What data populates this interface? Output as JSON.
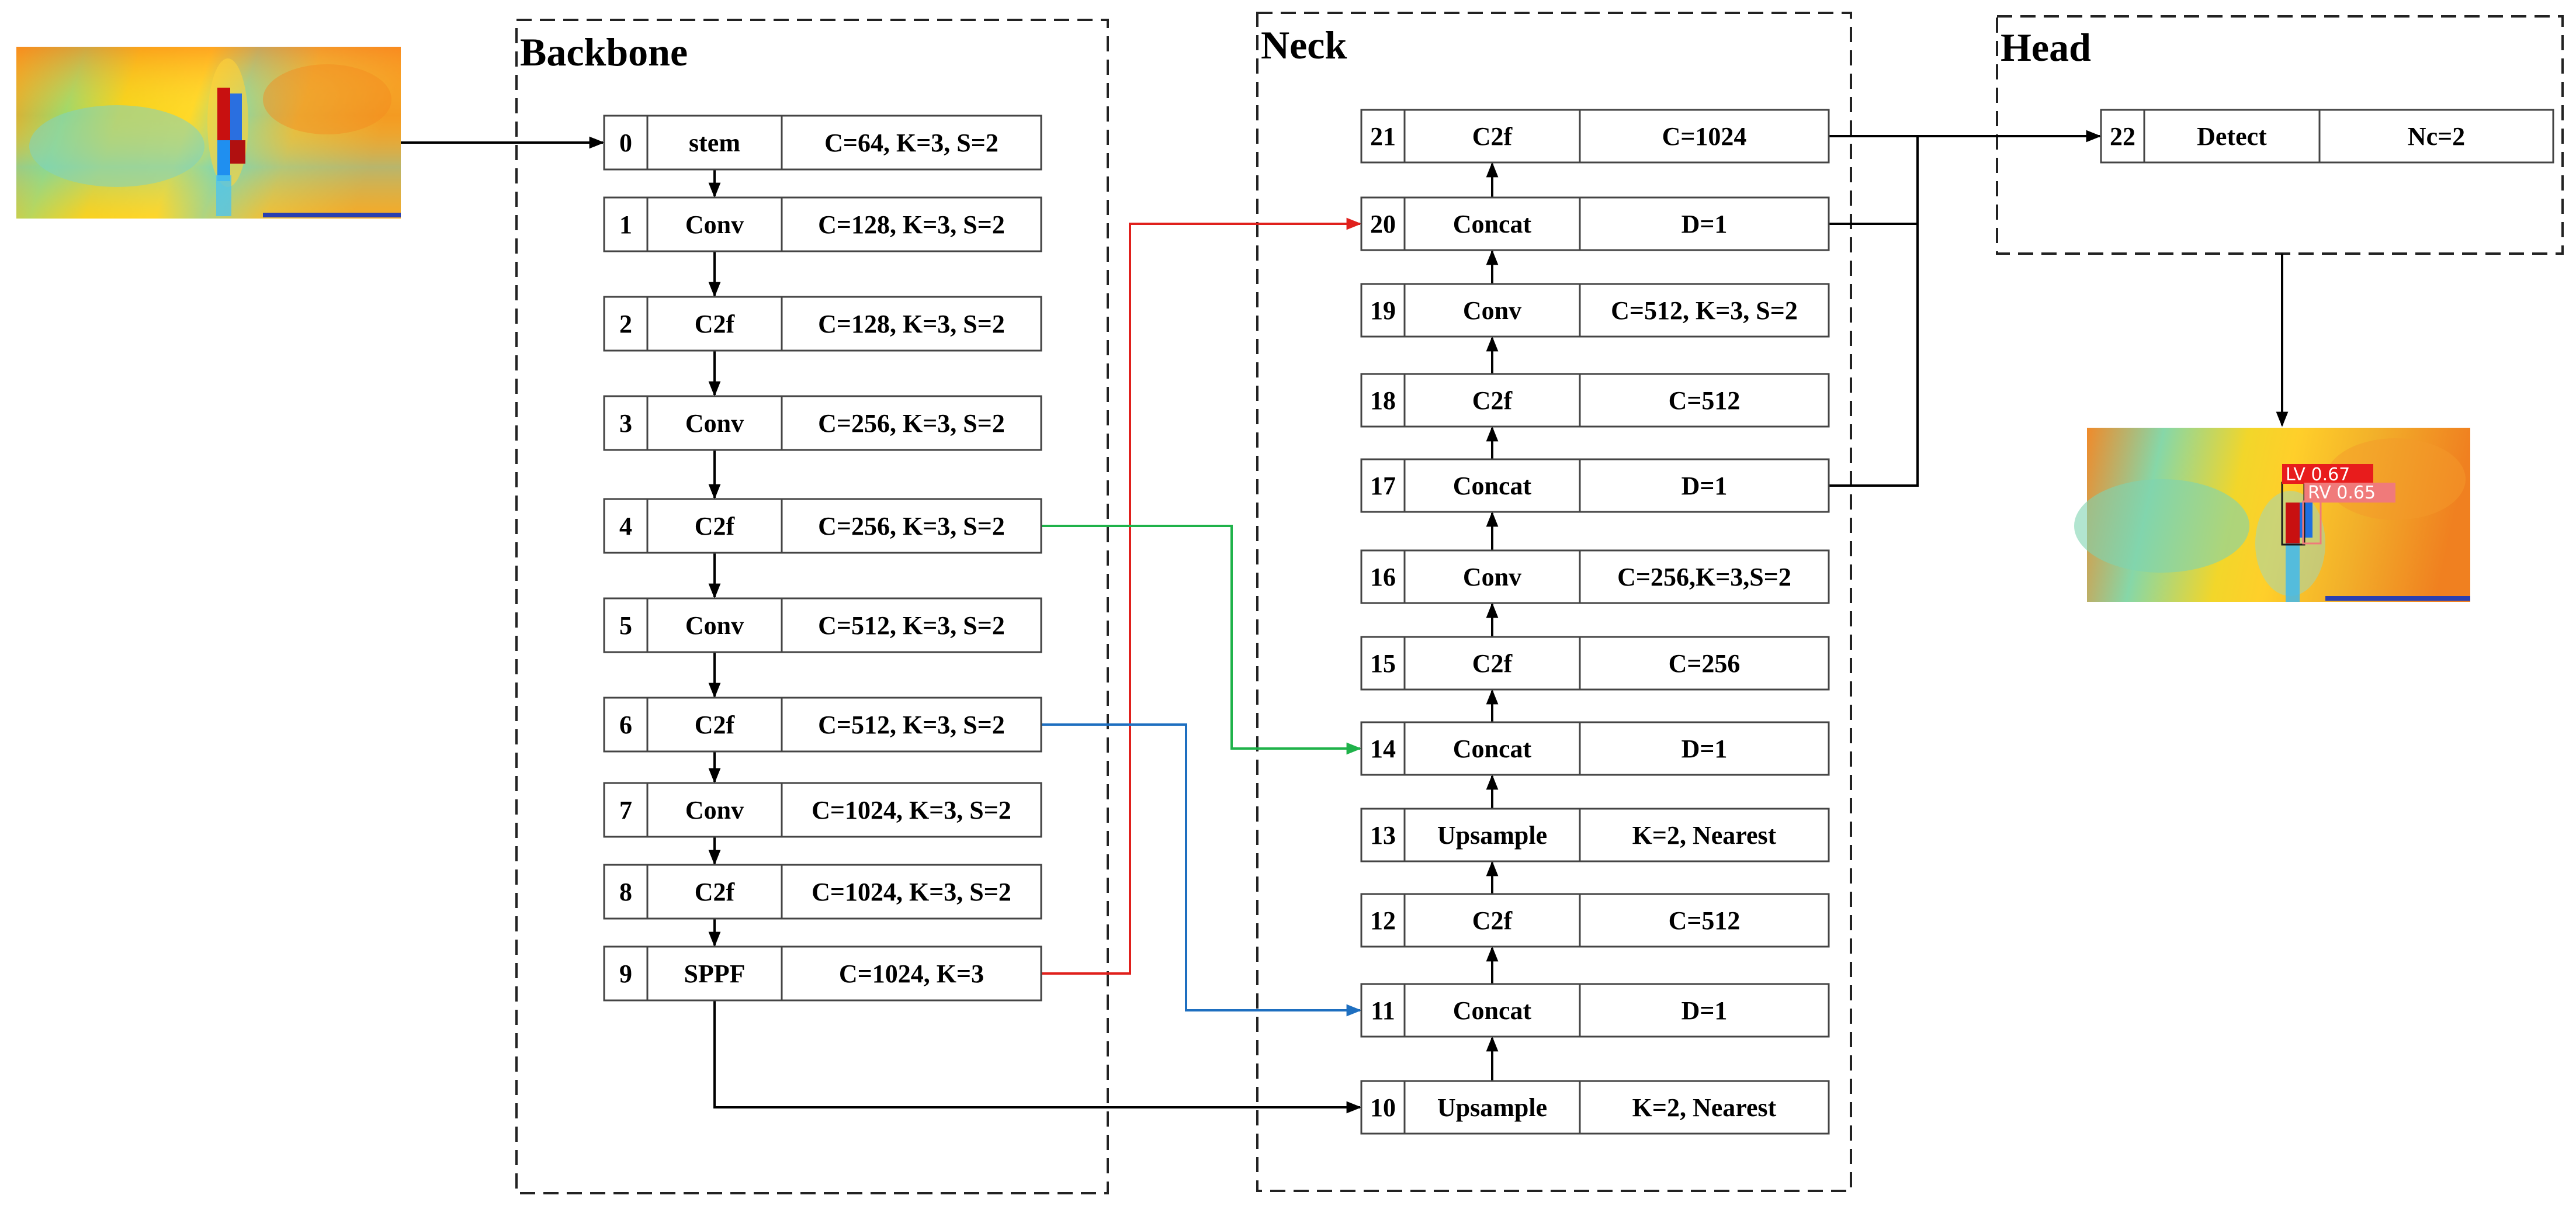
{
  "sections": {
    "backbone": "Backbone",
    "neck": "Neck",
    "head": "Head"
  },
  "output_image": {
    "labels": [
      {
        "text": "LV  0.67",
        "color": "#e81c1c"
      },
      {
        "text": "RV  0.65",
        "color": "#f07a7a"
      }
    ]
  },
  "blocks": [
    {
      "id": "0",
      "module": "stem",
      "args": "C=64, K=3, S=2"
    },
    {
      "id": "1",
      "module": "Conv",
      "args": "C=128, K=3, S=2"
    },
    {
      "id": "2",
      "module": "C2f",
      "args": "C=128, K=3, S=2"
    },
    {
      "id": "3",
      "module": "Conv",
      "args": "C=256, K=3, S=2"
    },
    {
      "id": "4",
      "module": "C2f",
      "args": "C=256, K=3, S=2"
    },
    {
      "id": "5",
      "module": "Conv",
      "args": "C=512, K=3, S=2"
    },
    {
      "id": "6",
      "module": "C2f",
      "args": "C=512, K=3, S=2"
    },
    {
      "id": "7",
      "module": "Conv",
      "args": "C=1024, K=3, S=2"
    },
    {
      "id": "8",
      "module": "C2f",
      "args": "C=1024, K=3, S=2"
    },
    {
      "id": "9",
      "module": "SPPF",
      "args": "C=1024, K=3"
    },
    {
      "id": "10",
      "module": "Upsample",
      "args": "K=2, Nearest"
    },
    {
      "id": "11",
      "module": "Concat",
      "args": "D=1"
    },
    {
      "id": "12",
      "module": "C2f",
      "args": "C=512"
    },
    {
      "id": "13",
      "module": "Upsample",
      "args": "K=2, Nearest"
    },
    {
      "id": "14",
      "module": "Concat",
      "args": "D=1"
    },
    {
      "id": "15",
      "module": "C2f",
      "args": "C=256"
    },
    {
      "id": "16",
      "module": "Conv",
      "args": "C=256,K=3,S=2"
    },
    {
      "id": "17",
      "module": "Concat",
      "args": "D=1"
    },
    {
      "id": "18",
      "module": "C2f",
      "args": "C=512"
    },
    {
      "id": "19",
      "module": "Conv",
      "args": "C=512, K=3, S=2"
    },
    {
      "id": "20",
      "module": "Concat",
      "args": "D=1"
    },
    {
      "id": "21",
      "module": "C2f",
      "args": "C=1024"
    },
    {
      "id": "22",
      "module": "Detect",
      "args": "Nc=2"
    }
  ],
  "colors": {
    "skip_red": "#e0201c",
    "skip_green": "#1fb24a",
    "skip_blue": "#1e6fc0",
    "arrow": "#000000"
  }
}
